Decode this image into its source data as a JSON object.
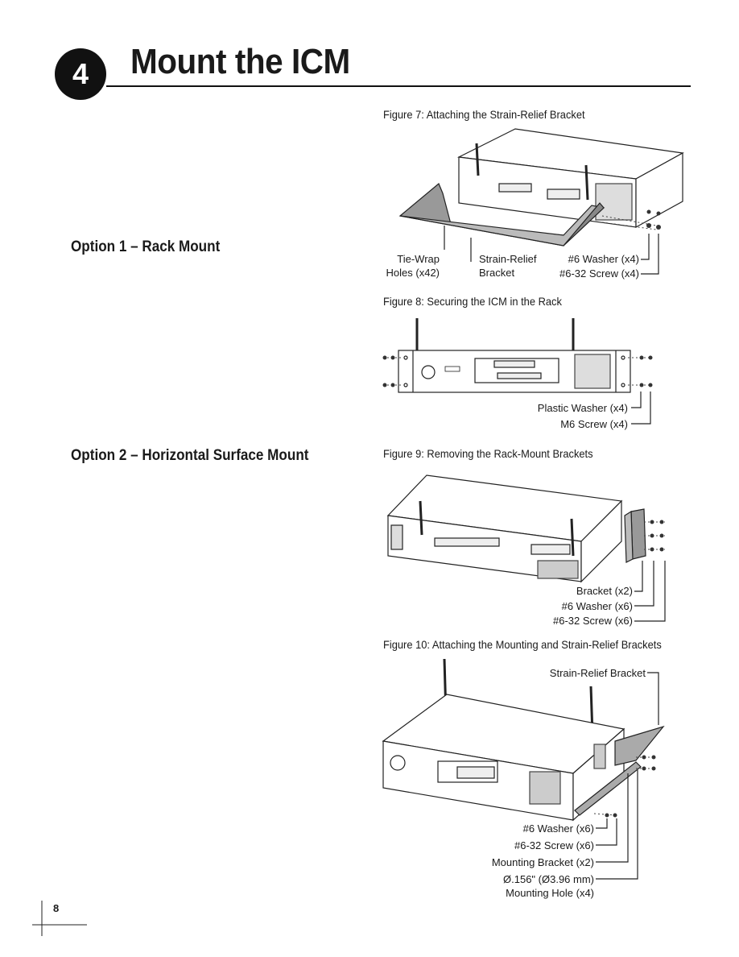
{
  "step": {
    "number": "4",
    "title": "Mount the ICM"
  },
  "options": {
    "option1": "Option 1 – Rack Mount",
    "option2": "Option 2 – Horizontal Surface Mount"
  },
  "figures": {
    "fig7": {
      "caption": "Figure 7:  Attaching the Strain-Relief Bracket",
      "labels": {
        "tiewrap_1": "Tie-Wrap",
        "tiewrap_2": "Holes (x42)",
        "strain_1": "Strain-Relief",
        "strain_2": "Bracket",
        "washer": "#6 Washer (x4)",
        "screw": "#6-32 Screw (x4)"
      }
    },
    "fig8": {
      "caption": "Figure 8:  Securing the ICM in the Rack",
      "labels": {
        "washer": "Plastic Washer (x4)",
        "screw": "M6 Screw (x4)"
      }
    },
    "fig9": {
      "caption": "Figure 9:  Removing the Rack-Mount Brackets",
      "labels": {
        "bracket": "Bracket (x2)",
        "washer": "#6 Washer (x6)",
        "screw": "#6-32 Screw (x6)"
      }
    },
    "fig10": {
      "caption": "Figure 10:  Attaching the Mounting and Strain-Relief Brackets",
      "labels": {
        "strain": "Strain-Relief Bracket",
        "washer": "#6 Washer (x6)",
        "screw": "#6-32 Screw (x6)",
        "mount": "Mounting Bracket (x2)",
        "hole_1": "Ø.156\" (Ø3.96 mm)",
        "hole_2": "Mounting Hole (x4)"
      }
    }
  },
  "page_number": "8"
}
